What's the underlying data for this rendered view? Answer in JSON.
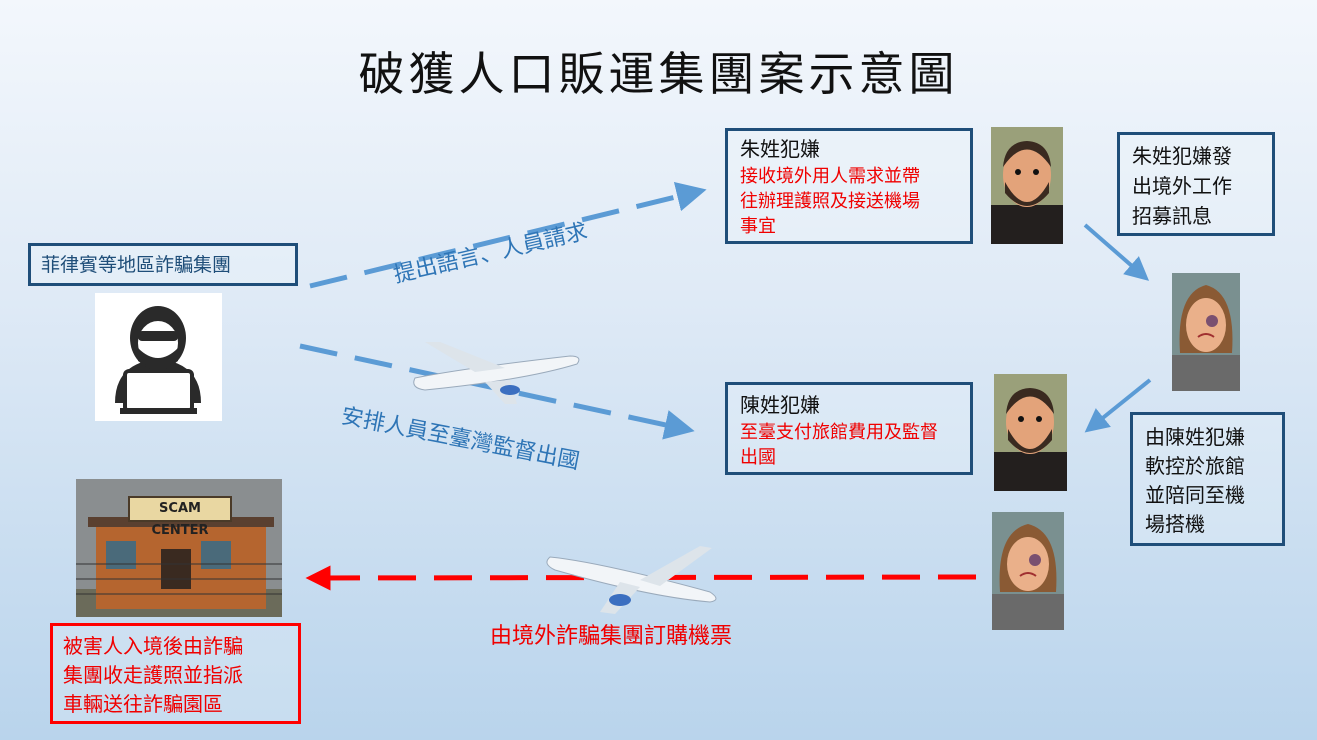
{
  "title": "破獲人口販運集團案示意圖",
  "syndicate_label": "菲律賓等地區詐騙集團",
  "zhu_box": {
    "name": "朱姓犯嫌",
    "desc_lines": [
      "接收境外用人需求並帶",
      "往辦理護照及接送機場",
      "事宜"
    ]
  },
  "zhu_recruit_lines": [
    "朱姓犯嫌發",
    "出境外工作",
    "招募訊息"
  ],
  "chen_box": {
    "name": "陳姓犯嫌",
    "desc_lines": [
      "至臺支付旅館費用及監督",
      "出國"
    ]
  },
  "chen_control_lines": [
    "由陳姓犯嫌",
    "軟控於旅館",
    "並陪同至機",
    "場搭機"
  ],
  "victim_box_lines": [
    "被害人入境後由詐騙",
    "集團收走護照並指派",
    "車輛送往詐騙園區"
  ],
  "arrow_labels": {
    "request": "提出語言、人員請求",
    "arrange": "安排人員至臺灣監督出國",
    "ticket": "由境外詐騙集團訂購機票"
  },
  "scam_sign": "SCAM CENTER",
  "colors": {
    "blue_arrow": "#5b9bd5",
    "red_arrow": "#ff0000",
    "box_border": "#1f4e79",
    "label_blue": "#2e75b6"
  }
}
